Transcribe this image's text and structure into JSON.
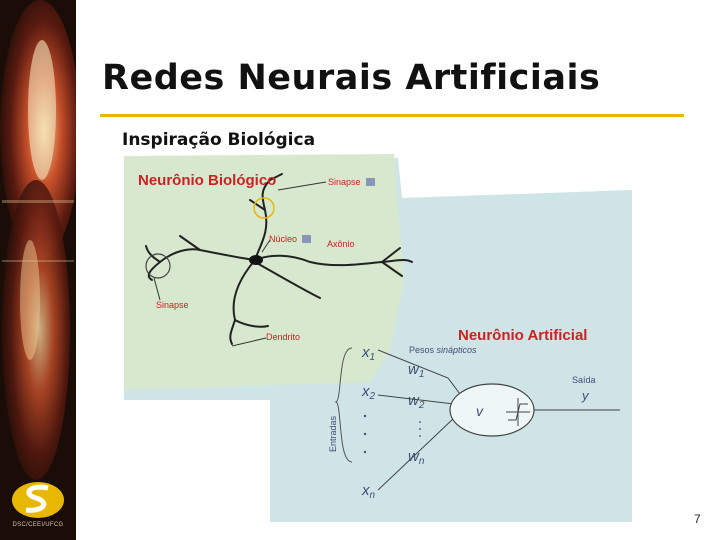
{
  "slide": {
    "title": "Redes Neurais Artificiais",
    "subtitle": "Inspiração Biológica",
    "page_number": "7",
    "footer_caption": "DSC/CEEI/UFCG"
  },
  "bio": {
    "title": "Neurônio Biológico",
    "sinapse_top": "Sinapse",
    "nucleo": "Núcleo",
    "axonio": "Axônio",
    "sinapse_left": "Sinapse",
    "dendrito": "Dendrito"
  },
  "artificial": {
    "title": "Neurônio Artificial",
    "pesos_label_a": "Pesos ",
    "pesos_label_b": "sinápticos",
    "entradas": "Entradas",
    "saida": "Saída",
    "x1": "x",
    "x1_sub": "1",
    "x2": "x",
    "x2_sub": "2",
    "xn": "x",
    "xn_sub": "n",
    "w1": "w",
    "w1_sub": "1",
    "w2": "w",
    "w2_sub": "2",
    "wn": "w",
    "wn_sub": "n",
    "v": "v",
    "y": "y"
  },
  "colors": {
    "bio_panel": "#d7e8cf",
    "artificial_panel": "#cfe4e6",
    "label_red": "#cc2222",
    "text_blue": "#3f4f7a",
    "accent_rule": "#e8b800"
  }
}
